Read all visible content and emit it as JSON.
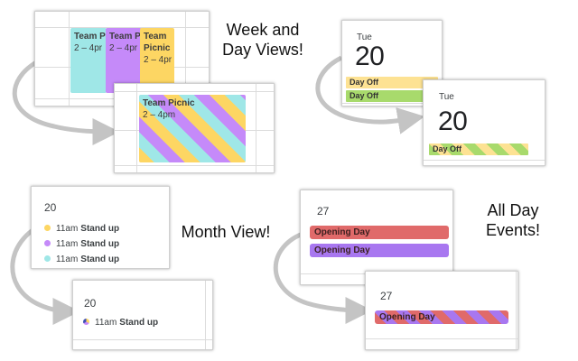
{
  "captions": {
    "week_day": "Week and\nDay Views!",
    "month": "Month View!",
    "all_day": "All Day\nEvents!"
  },
  "week_view": {
    "before": [
      {
        "title": "Team P",
        "time": "2 – 4pr",
        "color": "#9fe7e7"
      },
      {
        "title": "Team P",
        "time": "2 – 4pr",
        "color": "#c58af9"
      },
      {
        "title": "Team Picnic",
        "time": "2 – 4pr",
        "color": "#fdd663"
      }
    ],
    "after": {
      "title": "Team Picnic",
      "time": "2 – 4pm"
    }
  },
  "day_view": {
    "before": {
      "day_name": "Tue",
      "day_number": "20",
      "chips": [
        {
          "label": "Day Off",
          "color": "#fde293"
        },
        {
          "label": "Day Off",
          "color": "#a8da6c"
        }
      ]
    },
    "after": {
      "day_name": "Tue",
      "day_number": "20",
      "chip": {
        "label": "Day Off"
      }
    }
  },
  "month_view": {
    "before": {
      "day_number": "20",
      "events": [
        {
          "time": "11am",
          "title": "Stand up",
          "color": "#fdd663"
        },
        {
          "time": "11am",
          "title": "Stand up",
          "color": "#c58af9"
        },
        {
          "time": "11am",
          "title": "Stand up",
          "color": "#9fe7e7"
        }
      ]
    },
    "after": {
      "day_number": "20",
      "event": {
        "time": "11am",
        "title": "Stand up"
      }
    }
  },
  "all_day_view": {
    "before": {
      "day_number": "27",
      "events": [
        {
          "label": "Opening Day",
          "color": "#e06a6a"
        },
        {
          "label": "Opening Day",
          "color": "#a877f0"
        }
      ]
    },
    "after": {
      "day_number": "27",
      "event": {
        "label": "Opening Day"
      }
    }
  },
  "colors": {
    "arrow": "#c4c4c4",
    "card_border": "#d0d0d0"
  }
}
